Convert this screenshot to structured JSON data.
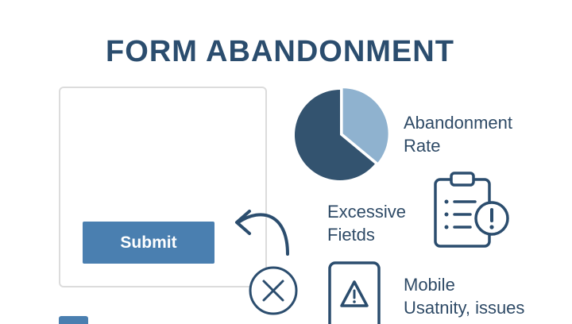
{
  "title": "FORM ABANDONMENT",
  "form": {
    "submit_label": "Submit"
  },
  "chart_data": {
    "type": "pie",
    "values": [
      64,
      36
    ],
    "colors": [
      "#33536f",
      "#8fb2cf"
    ]
  },
  "items": [
    {
      "label_line1": "Abandonment",
      "label_line2": "Rate",
      "icon": "pie-chart-icon"
    },
    {
      "label_line1": "Excessive",
      "label_line2": "Fietds",
      "icon": "clipboard-alert-icon"
    },
    {
      "label_line1": "Mobile",
      "label_line2": "Usatnity, issues",
      "icon": "phone-warning-icon"
    }
  ],
  "icons": {
    "back_arrow": "curved-back-arrow-icon",
    "cancel": "x-circle-icon"
  },
  "colors": {
    "primary": "#2b4d6e",
    "button": "#4a7fb0",
    "pie_dark": "#33536f",
    "pie_light": "#8fb2cf"
  }
}
